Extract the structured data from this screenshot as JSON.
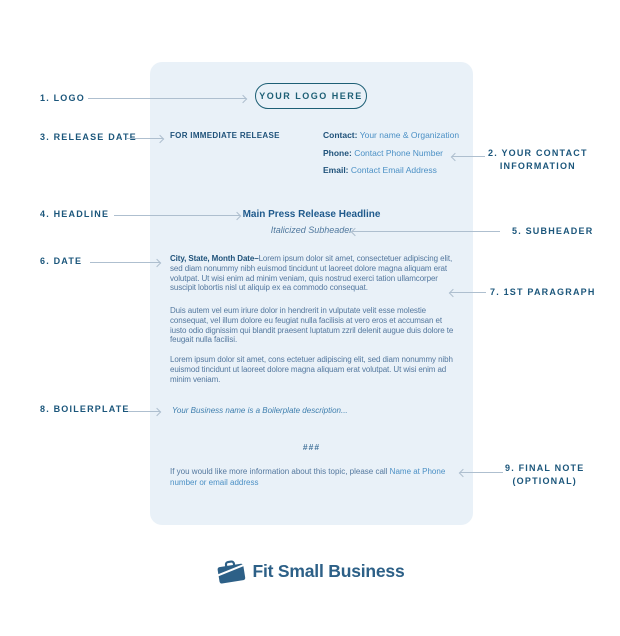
{
  "callouts": {
    "logo": "1. LOGO",
    "contact_line1": "2. YOUR CONTACT",
    "contact_line2": "INFORMATION",
    "release_date": "3. RELEASE DATE",
    "headline": "4. HEADLINE",
    "subheader": "5. SUBHEADER",
    "date": "6. DATE",
    "first_paragraph": "7. 1ST PARAGRAPH",
    "boilerplate": "8. BOILERPLATE",
    "final_note_line1": "9. FINAL NOTE",
    "final_note_line2": "(OPTIONAL)"
  },
  "document": {
    "logo_pill": "YOUR LOGO HERE",
    "release_line": "FOR IMMEDIATE RELEASE",
    "contact": [
      {
        "label": "Contact:",
        "value": "Your name & Organization"
      },
      {
        "label": "Phone:",
        "value": "Contact Phone Number"
      },
      {
        "label": "Email:",
        "value": "Contact Email Address"
      }
    ],
    "headline": "Main Press Release Headline",
    "subheader": "Italicized Subheader",
    "dateline_bold": "City, State, Month Date–",
    "paragraph1": "Lorem ipsum dolor sit amet, consectetuer adipiscing elit, sed diam nonummy nibh euismod tincidunt ut laoreet dolore magna aliquam erat volutpat. Ut wisi enim ad minim veniam, quis nostrud exerci tation ullamcorper suscipit lobortis nisl ut aliquip ex ea commodo consequat.",
    "paragraph2": "Duis autem vel eum iriure dolor in hendrerit in vulputate velit esse molestie consequat, vel illum dolore eu feugiat nulla facilisis at vero eros et accumsan et iusto odio dignissim qui blandit praesent luptatum zzril delenit augue duis dolore te feugait nulla facilisi.",
    "paragraph3": "Lorem ipsum dolor sit amet, cons ectetuer adipiscing elit, sed diam nonummy nibh euismod tincidunt ut laoreet dolore magna aliquam erat volutpat. Ut wisi enim ad minim veniam.",
    "boilerplate": "Your Business name is a Boilerplate description...",
    "end_mark": "###",
    "final_note_dark": "If you would like more information about this topic,  please call ",
    "final_note_link": "Name at Phone number or email address"
  },
  "footer": {
    "brand": "Fit Small Business"
  },
  "colors": {
    "panel_bg": "#e9f1f8",
    "label_navy": "#1b567b",
    "body_text": "#54789e",
    "bold_navy": "#1f527a",
    "link_blue": "#4b90c5",
    "headline_blue": "#1f5a8c",
    "brand_navy": "#2d6087",
    "arrow_gray": "#aebfcf",
    "pill_teal": "#1d5f75"
  }
}
